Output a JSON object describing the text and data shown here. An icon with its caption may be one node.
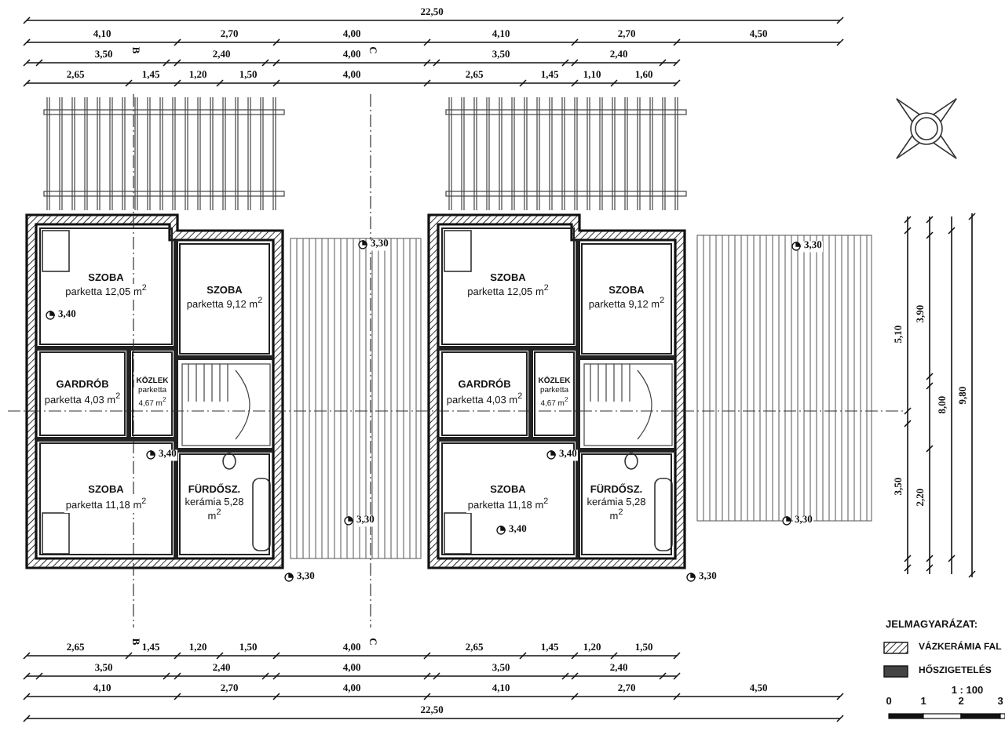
{
  "diagram": {
    "nodes": [
      {
        "text": [
          "SZOBA",
          "parketta 12,05 m$^{2}$"
        ]
      },
      {
        "text": [
          "SZOBA",
          "parketta 9,12 m$^{2}$"
        ]
      },
      {
        "text": [
          "KÖZLEK",
          "parketta 4,67 m$^{2}$"
        ]
      },
      {
        "text": [
          "GARDRÓB",
          "parketta 4,03 m$^{2}$"
        ]
      },
      {
        "text": [
          "SZOBA",
          "parketta 11,18 m$^{2}$"
        ]
      },
      {
        "text": [
          "FÜRDŐSZ.",
          "kerámia 5,28 m$^{2}$"
        ]
      },
      {
        "text": [
          "SZOBA",
          "parketta 12,05 m$^{2}$"
        ]
      },
      {
        "text": [
          "SZOBA",
          "parketta 9,12 m$^{2}$"
        ]
      },
      {
        "text": [
          "KÖZLEK",
          "parketta 4,67 m$^{2}$"
        ]
      },
      {
        "text": [
          "GARDRÓB",
          "parketta 4,03 m$^{2}$"
        ]
      },
      {
        "text": [
          "SZOBA",
          "parketta 11,18 m$^{2}$"
        ]
      },
      {
        "text": [
          "FÜRDŐSZ.",
          "kerámia 5,28 m$^{2}$"
        ]
      }
    ],
    "labels": [
      "22,50",
      "4,10",
      "2,70",
      "4,00",
      "4,10",
      "2,70",
      "4,50",
      "3,50",
      "2,40",
      "4,00",
      "3,50",
      "2,40",
      "2,65",
      "1,45",
      "1,20",
      "1,50",
      "4,00",
      "2,65",
      "1,45",
      "1,10",
      "1,60",
      "B",
      "C",
      "3,30",
      "3,30",
      "3,40",
      "3,40",
      "3,40",
      "3,30",
      "3,30",
      "3,40",
      "3,30",
      "3,30",
      "5,10",
      "3,90",
      "8,00",
      "9,80",
      "3,50",
      "2,20",
      "B",
      "C",
      "2,65",
      "1,45",
      "1,20",
      "1,50",
      "4,00",
      "2,65",
      "1,45",
      "1,20",
      "1,50",
      "3,50",
      "2,40",
      "4,00",
      "3,50",
      "2,40",
      "4,10",
      "2,70",
      "4,00",
      "4,10",
      "2,70",
      "4,50",
      "22,50",
      "JELMAGYARÁZAT:",
      "1 : 100",
      "0",
      "1",
      "2",
      "3"
    ],
    "legend": [
      {
        "text": "VÁZKERÁMIA FAL"
      },
      {
        "text": "HŐSZIGETELÉS"
      }
    ]
  }
}
